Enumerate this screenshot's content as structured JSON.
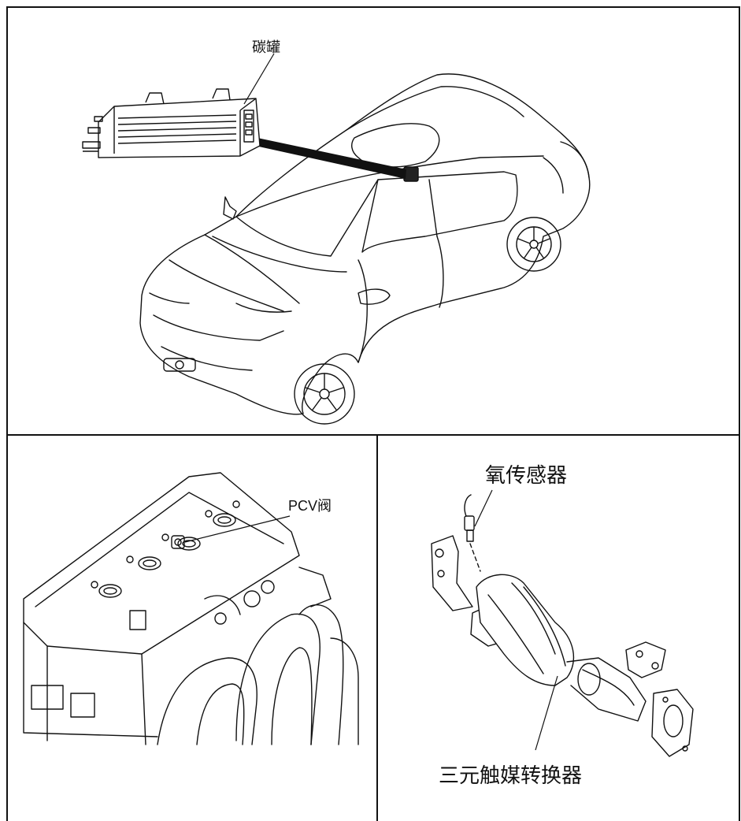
{
  "labels": {
    "canister": "碳罐",
    "pcv_valve": "PCV阀",
    "oxygen_sensor": "氧传感器",
    "catalytic_converter": "三元触媒转换器"
  },
  "colors": {
    "line": "#111111",
    "background": "#ffffff"
  }
}
